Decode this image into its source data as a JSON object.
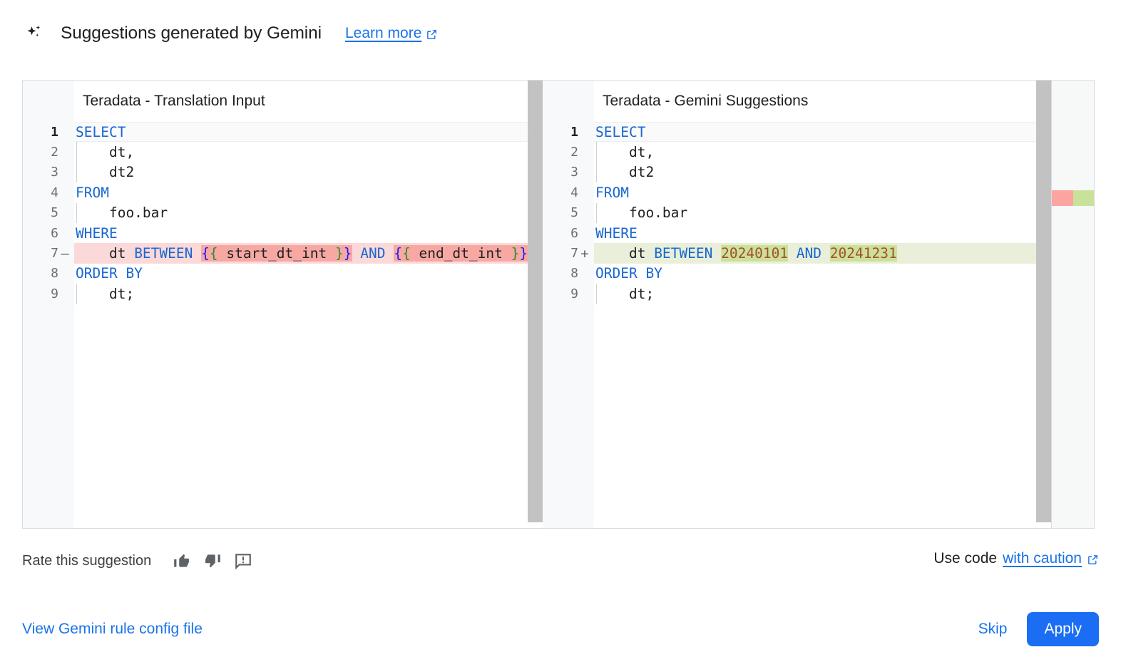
{
  "header": {
    "icon": "gemini-sparkle-icon",
    "title": "Suggestions generated by Gemini",
    "learn_more_label": "Learn more",
    "learn_more_icon": "external-link-icon"
  },
  "diff": {
    "left_pane": {
      "title": "Teradata - Translation Input",
      "lines": [
        {
          "n": "1",
          "marker": "",
          "state": "active",
          "indent": false,
          "tokens": [
            {
              "t": "SELECT",
              "c": "kw"
            }
          ]
        },
        {
          "n": "2",
          "marker": "",
          "state": "normal",
          "indent": true,
          "tokens": [
            {
              "t": "    dt,",
              "c": "plain"
            }
          ]
        },
        {
          "n": "3",
          "marker": "",
          "state": "normal",
          "indent": true,
          "tokens": [
            {
              "t": "    dt2",
              "c": "plain"
            }
          ]
        },
        {
          "n": "4",
          "marker": "",
          "state": "normal",
          "indent": false,
          "tokens": [
            {
              "t": "FROM",
              "c": "kw"
            }
          ]
        },
        {
          "n": "5",
          "marker": "",
          "state": "normal",
          "indent": true,
          "tokens": [
            {
              "t": "    foo.bar",
              "c": "plain"
            }
          ]
        },
        {
          "n": "6",
          "marker": "",
          "state": "normal",
          "indent": false,
          "tokens": [
            {
              "t": "WHERE",
              "c": "kw"
            }
          ]
        },
        {
          "n": "7",
          "marker": "—",
          "state": "del",
          "indent": false,
          "tokens": [
            {
              "t": "    dt ",
              "c": "plain"
            },
            {
              "t": "BETWEEN",
              "c": "kw"
            },
            {
              "t": " ",
              "c": "plain"
            },
            {
              "t": "{",
              "c": "br1 seg-del"
            },
            {
              "t": "{",
              "c": "br2 seg-del"
            },
            {
              "t": " start_dt_int ",
              "c": "plain seg-del"
            },
            {
              "t": "}",
              "c": "br2 seg-del"
            },
            {
              "t": "}",
              "c": "br1 seg-del"
            },
            {
              "t": " ",
              "c": "plain"
            },
            {
              "t": "AND",
              "c": "kw"
            },
            {
              "t": " ",
              "c": "plain"
            },
            {
              "t": "{",
              "c": "br1 seg-del"
            },
            {
              "t": "{",
              "c": "br2 seg-del"
            },
            {
              "t": " end_dt_int ",
              "c": "plain seg-del"
            },
            {
              "t": "}",
              "c": "br2 seg-del"
            },
            {
              "t": "}",
              "c": "br1 seg-del"
            }
          ]
        },
        {
          "n": "8",
          "marker": "",
          "state": "normal",
          "indent": false,
          "tokens": [
            {
              "t": "ORDER BY",
              "c": "kw"
            }
          ]
        },
        {
          "n": "9",
          "marker": "",
          "state": "normal",
          "indent": true,
          "tokens": [
            {
              "t": "    dt;",
              "c": "plain"
            }
          ]
        }
      ]
    },
    "right_pane": {
      "title": "Teradata - Gemini Suggestions",
      "lines": [
        {
          "n": "1",
          "marker": "",
          "state": "active",
          "indent": false,
          "tokens": [
            {
              "t": "SELECT",
              "c": "kw"
            }
          ]
        },
        {
          "n": "2",
          "marker": "",
          "state": "normal",
          "indent": true,
          "tokens": [
            {
              "t": "    dt,",
              "c": "plain"
            }
          ]
        },
        {
          "n": "3",
          "marker": "",
          "state": "normal",
          "indent": true,
          "tokens": [
            {
              "t": "    dt2",
              "c": "plain"
            }
          ]
        },
        {
          "n": "4",
          "marker": "",
          "state": "normal",
          "indent": false,
          "tokens": [
            {
              "t": "FROM",
              "c": "kw"
            }
          ]
        },
        {
          "n": "5",
          "marker": "",
          "state": "normal",
          "indent": true,
          "tokens": [
            {
              "t": "    foo.bar",
              "c": "plain"
            }
          ]
        },
        {
          "n": "6",
          "marker": "",
          "state": "normal",
          "indent": false,
          "tokens": [
            {
              "t": "WHERE",
              "c": "kw"
            }
          ]
        },
        {
          "n": "7",
          "marker": "+",
          "state": "ins",
          "indent": false,
          "tokens": [
            {
              "t": "    dt ",
              "c": "plain"
            },
            {
              "t": "BETWEEN",
              "c": "kw"
            },
            {
              "t": " ",
              "c": "plain"
            },
            {
              "t": "20240101",
              "c": "num-lit seg-ins"
            },
            {
              "t": " ",
              "c": "plain"
            },
            {
              "t": "AND",
              "c": "kw"
            },
            {
              "t": " ",
              "c": "plain"
            },
            {
              "t": "20241231",
              "c": "num-lit seg-ins"
            }
          ]
        },
        {
          "n": "8",
          "marker": "",
          "state": "normal",
          "indent": false,
          "tokens": [
            {
              "t": "ORDER BY",
              "c": "kw"
            }
          ]
        },
        {
          "n": "9",
          "marker": "",
          "state": "normal",
          "indent": true,
          "tokens": [
            {
              "t": "    dt;",
              "c": "plain"
            }
          ]
        }
      ]
    },
    "overview_ruler": {
      "deleted_marker_label": "deleted-change-marker",
      "inserted_marker_label": "inserted-change-marker"
    }
  },
  "feedback": {
    "label": "Rate this suggestion",
    "thumb_up_icon": "thumb-up-icon",
    "thumb_down_icon": "thumb-down-icon",
    "report_icon": "report-feedback-icon"
  },
  "use_code": {
    "prefix": "Use code",
    "link_label": "with caution",
    "icon": "external-link-icon"
  },
  "actions": {
    "config_link_label": "View Gemini rule config file",
    "skip_label": "Skip",
    "apply_label": "Apply"
  },
  "colors": {
    "accent_blue": "#1a73e8",
    "apply_button": "#1b6ef3",
    "keyword": "#1967d2",
    "number_literal": "#a0522d",
    "deleted_line_bg": "#fbd9d9",
    "deleted_segment_bg": "#f7a8a3",
    "inserted_line_bg": "#e9efd9",
    "inserted_segment_bg": "#cde09a",
    "ruler_deleted": "#fca5a0",
    "ruler_inserted": "#c9e29a",
    "gutter_bg": "#f8f9fa",
    "border": "#dadce0"
  }
}
